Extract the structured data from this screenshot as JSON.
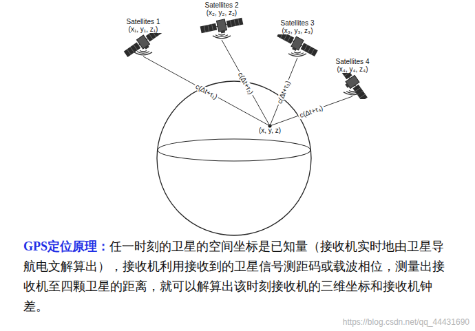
{
  "diagram": {
    "title": "GPS定位原理：",
    "caption": "任一时刻的卫星的空间坐标是已知量（接收机实时地由卫星导航电文解算出），接收机利用接收到的卫星信号测距码或载波相位，测量出接收机至四颗卫星的距离，就可以解算出该时刻接收机的三维坐标和接收机钟差。",
    "nodes": [
      {
        "text": [
          "Satellites 1",
          "(x₁, y₁, z₁)"
        ]
      },
      {
        "text": [
          "Satellites 2",
          "(x₂, y₂, z₂)"
        ]
      },
      {
        "text": [
          "Satellites 3",
          "(x₃, y₃, z₃)"
        ]
      },
      {
        "text": [
          "Satellites 4",
          "(x₄, y₄, z₄)"
        ]
      },
      {
        "text": [
          "(x, y, z)"
        ]
      }
    ],
    "edges": [
      {
        "from": 0,
        "to": 4,
        "arrow": "none",
        "label": "c(Δt+τ₁)"
      },
      {
        "from": 1,
        "to": 4,
        "arrow": "none",
        "label": "c(Δt+τ₂)"
      },
      {
        "from": 2,
        "to": 4,
        "arrow": "none",
        "label": "c(Δt+τ₃)"
      },
      {
        "from": 3,
        "to": 4,
        "arrow": "none",
        "label": "c(Δt+τ₄)"
      }
    ],
    "labels": [
      "https://blog.csdn.net/qq_44431690"
    ]
  }
}
